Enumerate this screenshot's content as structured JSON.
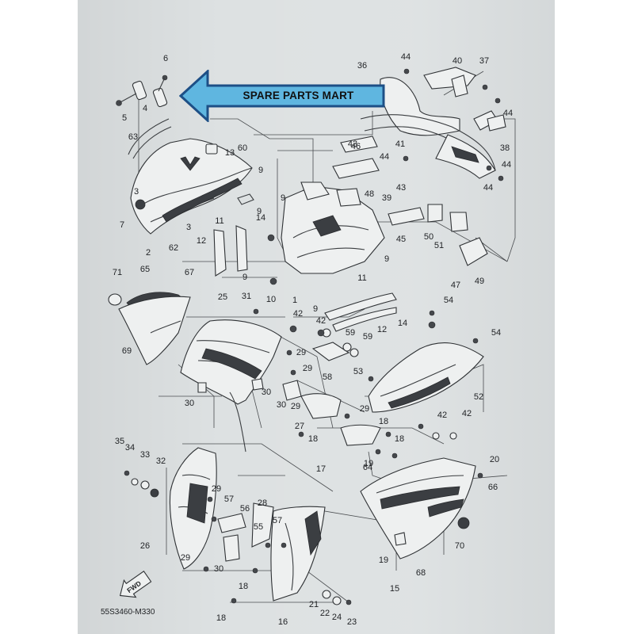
{
  "banner": {
    "text": "SPARE PARTS MART",
    "fill_color": "#5fb6e0",
    "stroke_color": "#1d4f86"
  },
  "fwd_badge": {
    "text": "FWD"
  },
  "diagram_code": "55S3460-M330",
  "part_labels": [
    "1",
    "2",
    "3",
    "3",
    "4",
    "5",
    "6",
    "7",
    "9",
    "9",
    "9",
    "9",
    "9",
    "9",
    "10",
    "11",
    "11",
    "12",
    "12",
    "13",
    "14",
    "14",
    "15",
    "16",
    "17",
    "18",
    "18",
    "18",
    "18",
    "18",
    "19",
    "19",
    "20",
    "21",
    "22",
    "23",
    "24",
    "25",
    "26",
    "27",
    "28",
    "29",
    "29",
    "29",
    "29",
    "29",
    "29",
    "30",
    "30",
    "30",
    "30",
    "31",
    "32",
    "33",
    "34",
    "35",
    "36",
    "37",
    "38",
    "39",
    "40",
    "41",
    "42",
    "42",
    "42",
    "42",
    "43",
    "43",
    "44",
    "44",
    "44",
    "44",
    "44",
    "45",
    "46",
    "47",
    "48",
    "49",
    "50",
    "51",
    "52",
    "53",
    "54",
    "54",
    "55",
    "56",
    "57",
    "57",
    "58",
    "59",
    "59",
    "60",
    "62",
    "63",
    "64",
    "65",
    "66",
    "67",
    "68",
    "69",
    "70",
    "71"
  ]
}
